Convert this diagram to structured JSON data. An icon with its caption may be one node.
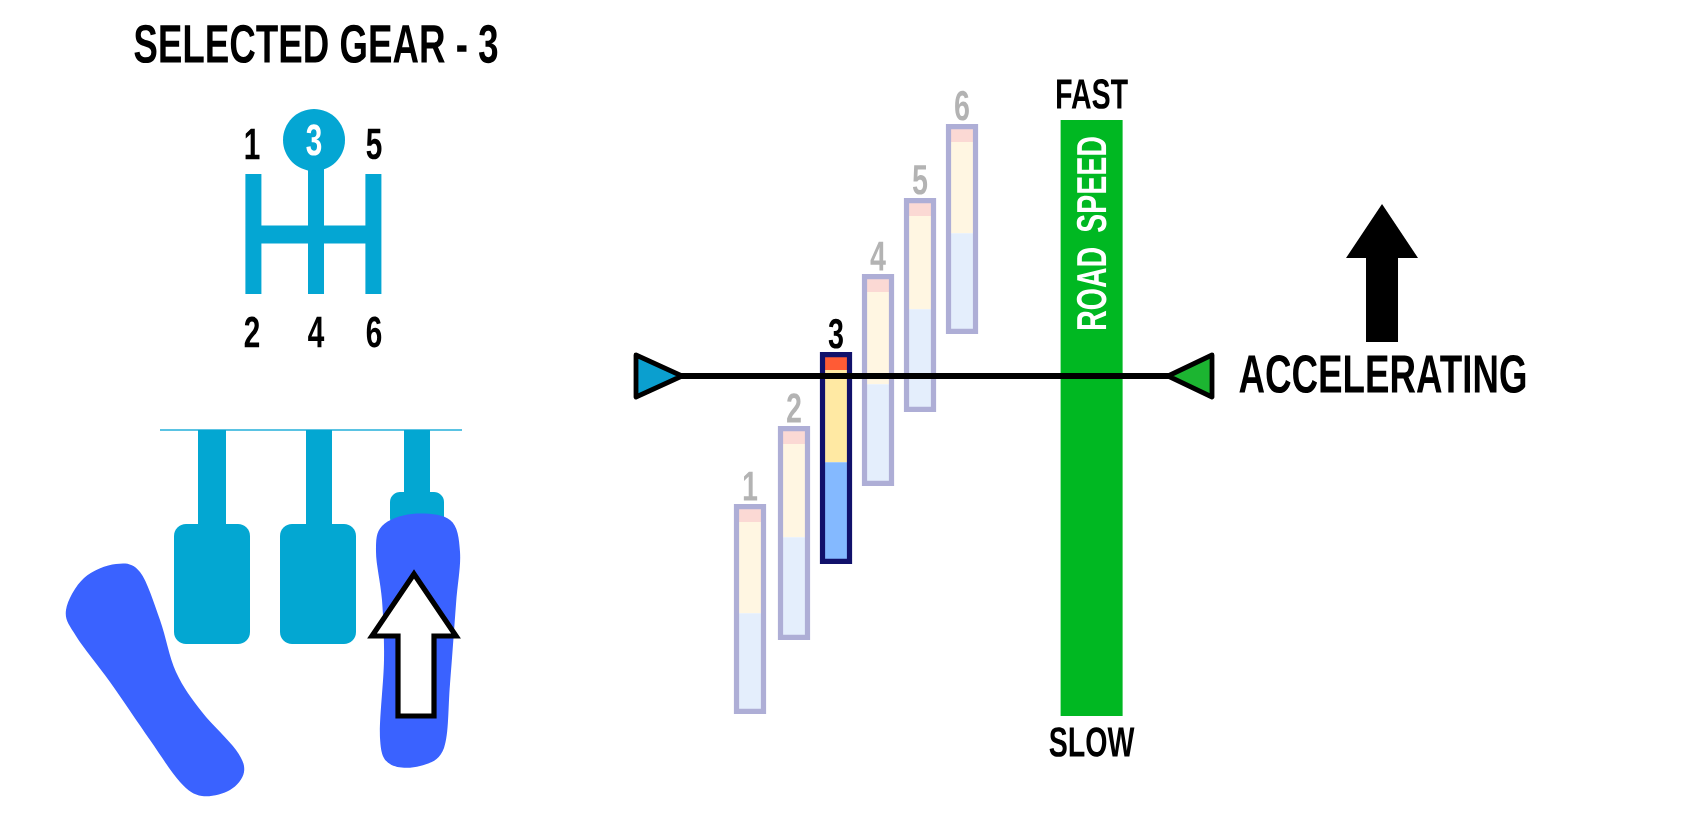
{
  "diagram": {
    "title": "SELECTED GEAR - 3",
    "nodes": [
      {
        "text": [
          "3"
        ]
      },
      {
        "text": [
          "1"
        ]
      },
      {
        "text": [
          "2"
        ]
      },
      {
        "text": [
          "3"
        ]
      },
      {
        "text": [
          "4"
        ]
      },
      {
        "text": [
          "5"
        ]
      },
      {
        "text": [
          "6"
        ]
      },
      {
        "text": [
          "ROAD SPEED"
        ],
        "beside": [
          "FAST",
          "SLOW"
        ]
      }
    ],
    "labels": [
      "1",
      "5",
      "2",
      "4",
      "6",
      "ACCELERATING"
    ]
  }
}
